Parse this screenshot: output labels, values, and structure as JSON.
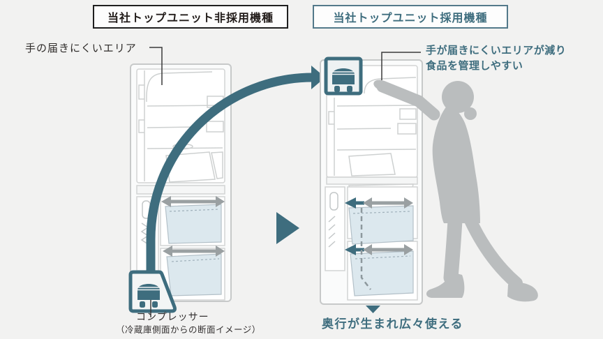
{
  "colors": {
    "background": "#F2F2F1",
    "accent_teal": "#3E6D7E",
    "title_border_dark": "#1F1F1F",
    "drawer_fill": "#DCE8EE",
    "silhouette_gray": "#BABDBE",
    "arrow_gray": "#9AA0A2",
    "fridge_outline_gray": "#C7C9C9"
  },
  "header": {
    "left_title": "当社トップユニット非採用機種",
    "right_title": "当社トップユニット採用機種"
  },
  "left_diagram": {
    "callout": "手の届きにくいエリア",
    "compressor_label": "コンプレッサー",
    "compressor_note": "（冷蔵庫側面からの断面イメージ）"
  },
  "right_diagram": {
    "callout_line1": "手が届きにくいエリアが減り",
    "callout_line2": "食品を管理しやすい",
    "benefit": "奥行が生まれ広々使える"
  },
  "icons": {
    "compressor": "compressor-icon",
    "transition_triangle": "right-triangle-icon",
    "curved_arrow": "curved-move-arrow-icon",
    "depth_arrow": "double-headed-arrow-icon",
    "gained_depth_arrow": "teal-left-arrow-icon",
    "down_marker": "down-triangle-icon",
    "person": "person-silhouette"
  }
}
